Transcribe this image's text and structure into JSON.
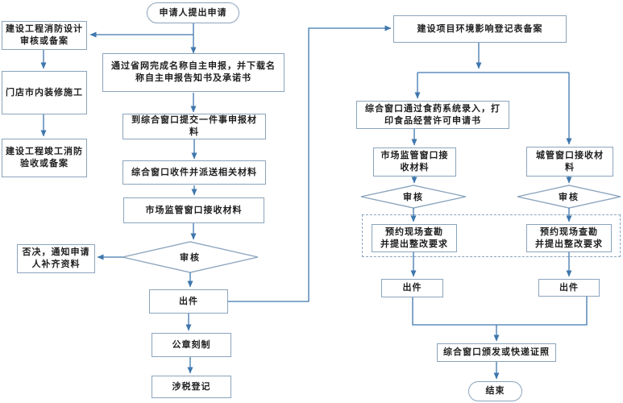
{
  "diagram": {
    "type": "flowchart",
    "language": "zh-CN",
    "colors": {
      "background": "#ffffff",
      "box_border": "#8ba4bd",
      "arrow": "#3f77ad",
      "text": "#1f1f1f"
    }
  },
  "nodes": {
    "start": "申请人提出申请",
    "fire_design": "建设工程消防设计\n审核或备案",
    "shop_decoration": "门店市内装修施工",
    "fire_acceptance": "建设工程竣工消防\n验收或备案",
    "online_declare": "通过省网完成名称自主申报，并下载名\n称自主申报告知书及承诺书",
    "submit_materials": "到综合窗口提交一件事申报材\n料",
    "window_dispatch": "综合窗口收件并派送相关材料",
    "market_receive": "市场监管窗口接收材料",
    "review_1": "审核",
    "reject_notice": "否决，通知申请\n人补齐资料",
    "issue_1": "出件",
    "seal_engrave": "公章刻制",
    "tax_register": "涉税登记",
    "env_register": "建设项目环境影响登记表备案",
    "food_system": "综合窗口通过食药系统录入，打\n印食品经营许可申请书",
    "market_receive_2": "市场监管窗口接\n收材料",
    "city_receive": "城管窗口接收材\n料",
    "review_2": "审核",
    "review_3": "审核",
    "site_survey_left": "预约现场查勘\n并提出整改要求",
    "site_survey_right": "预约现场查勘\n并提出整改要求",
    "issue_2": "出件",
    "issue_3": "出件",
    "license_delivery": "综合窗口颁发或快递证照",
    "end": "结束"
  }
}
